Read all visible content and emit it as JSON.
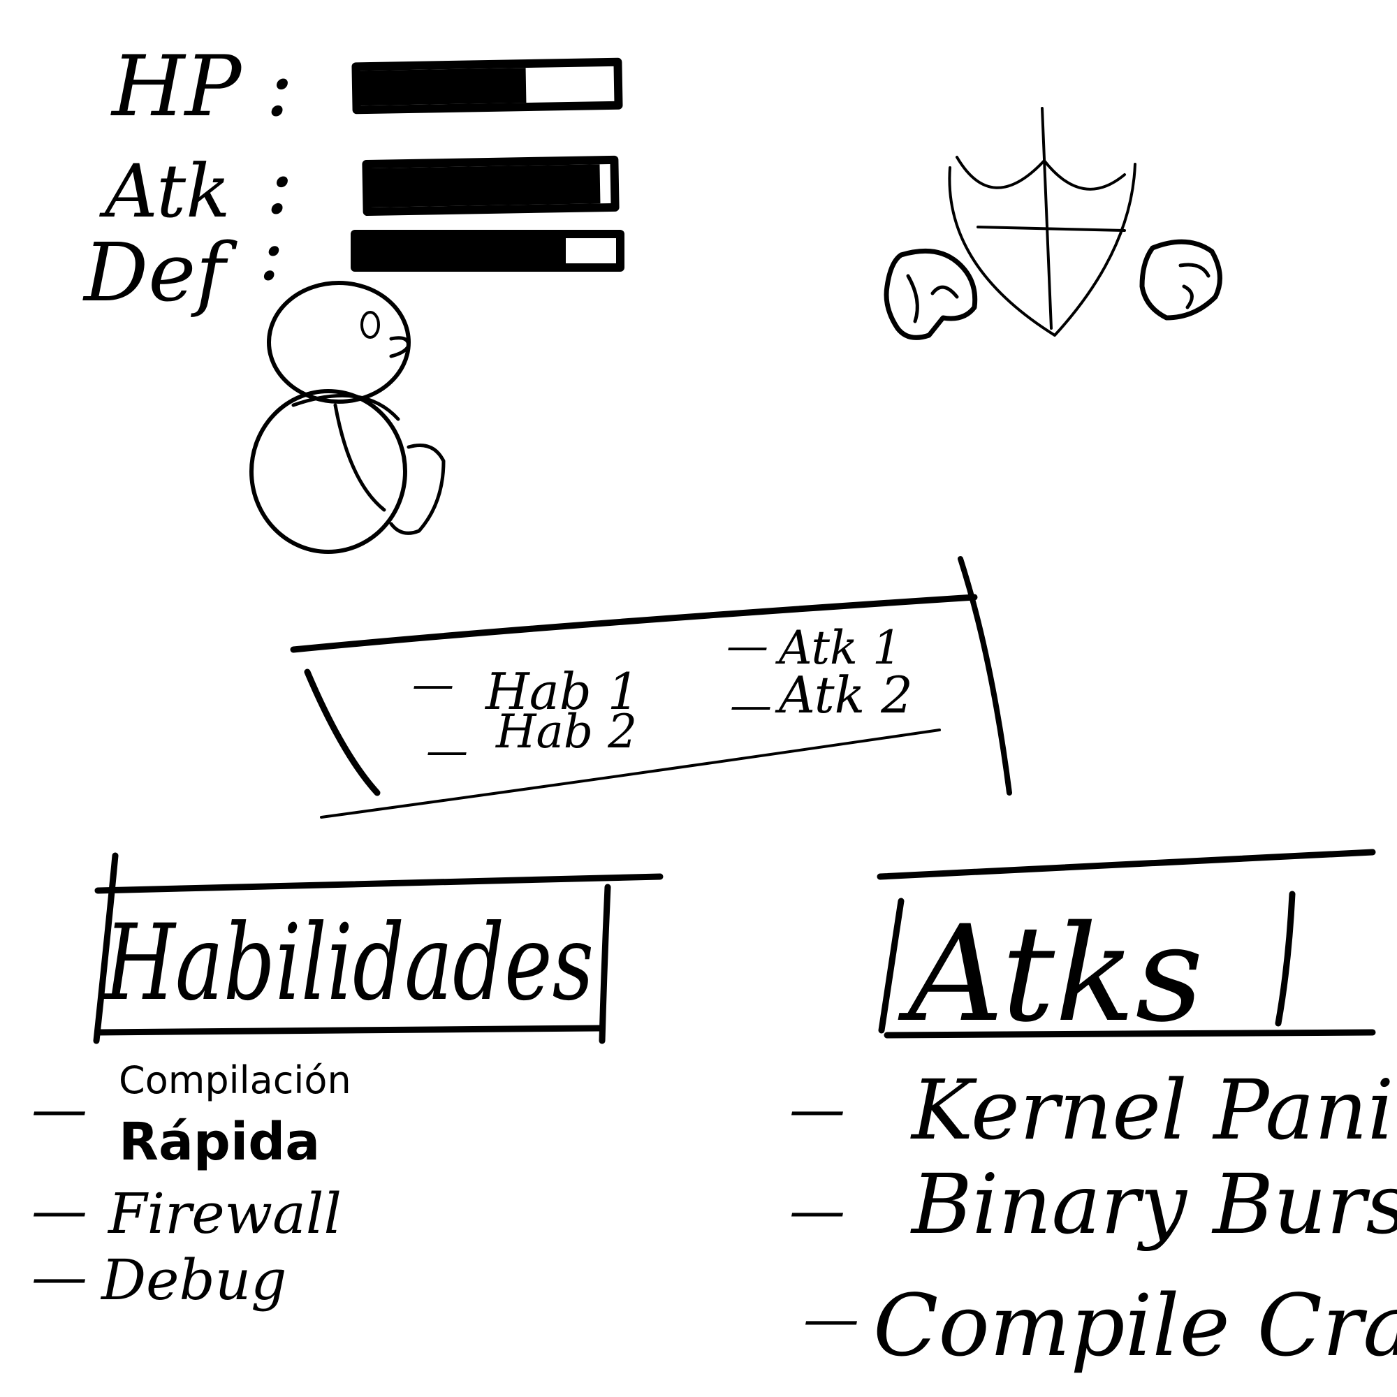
{
  "stats": [
    {
      "label": "HP",
      "fill": 0.65
    },
    {
      "label": "Atk",
      "fill": 0.95
    },
    {
      "label": "Def",
      "fill": 0.8
    }
  ],
  "separator": ":",
  "action_menu": {
    "col1": [
      {
        "dash": "—",
        "label": "Hab 1"
      },
      {
        "dash": "—",
        "label": "Hab 2"
      }
    ],
    "col2": [
      {
        "dash": "—",
        "label": "Atk 1"
      },
      {
        "dash": "—",
        "label": "Atk 2"
      }
    ]
  },
  "habilidades": {
    "title": "Habilidades",
    "items": [
      {
        "line1": "Compilación",
        "line2": "Rápida"
      },
      {
        "line1": "Firewall"
      },
      {
        "line1": "Debug"
      }
    ]
  },
  "atks": {
    "title": "Atks",
    "items": [
      {
        "label": "Kernel Panic"
      },
      {
        "label": "Binary Burst"
      },
      {
        "label": "Compile Crash"
      }
    ]
  },
  "colors": {
    "ink": "#000000",
    "paper": "#ffffff"
  },
  "icons": [
    "player-character",
    "enemy-shield-creature",
    "enemy-left-fist-icon",
    "enemy-right-fist-icon"
  ]
}
